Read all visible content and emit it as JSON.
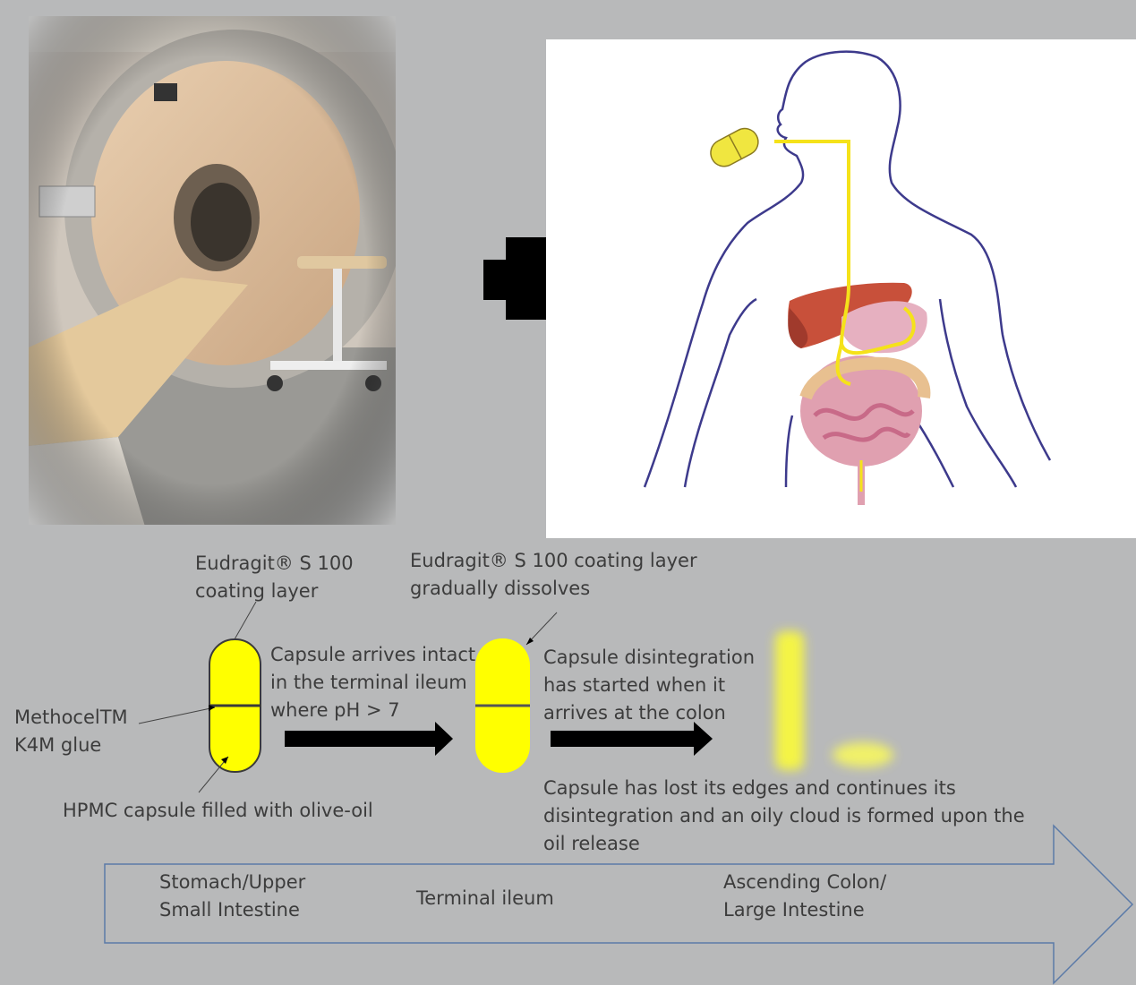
{
  "panels": {
    "photo_subject": "MRI scanner",
    "body_subject": "human digestive tract with capsule path"
  },
  "labels": {
    "eudragit_layer": [
      "Eudragit® S 100",
      "coating layer"
    ],
    "eudragit_dissolves": [
      "Eudragit® S 100 coating layer",
      "gradually dissolves"
    ],
    "capsule_arrives": [
      "Capsule arrives intact",
      "in the terminal ileum",
      "where pH > 7"
    ],
    "disintegration_started": [
      "Capsule disintegration",
      "has started when it",
      "arrives at the colon"
    ],
    "methocel": [
      "MethocelTM",
      "K4M glue"
    ],
    "hpmc": "HPMC capsule filled with olive-oil",
    "lost_edges": [
      "Capsule has lost its edges and continues its",
      "disintegration and an oily cloud is formed upon the",
      "oil release"
    ]
  },
  "regions": {
    "stomach": [
      "Stomach/Upper",
      "Small Intestine"
    ],
    "ileum": "Terminal ileum",
    "colon": [
      "Ascending Colon/",
      "Large Intestine"
    ]
  },
  "colors": {
    "background": "#b8b9ba",
    "capsule": "#ffff00",
    "path": "#f5e21a",
    "outline": "#3d3a8c",
    "arrow_border": "#5a7aa8"
  }
}
